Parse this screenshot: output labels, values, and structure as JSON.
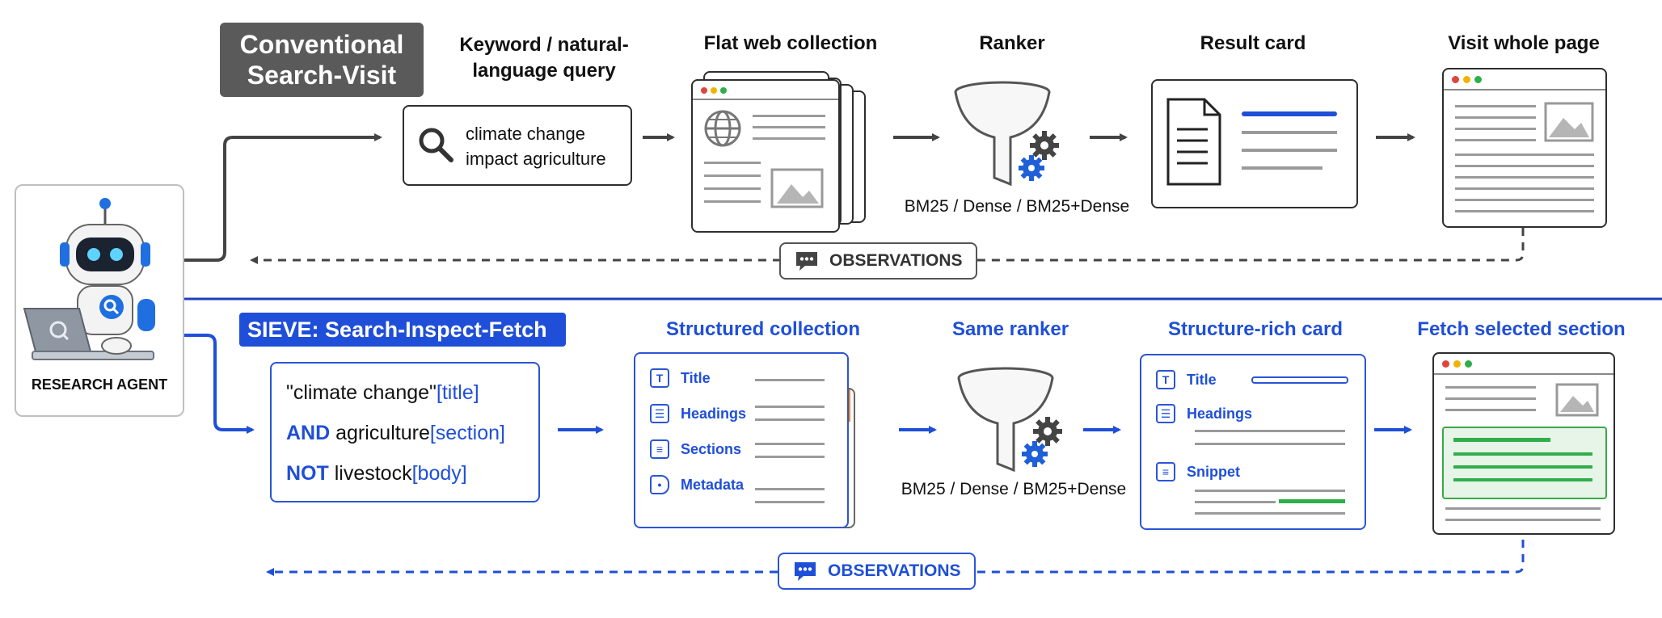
{
  "agent": {
    "label": "RESEARCH AGENT"
  },
  "top": {
    "badge_line1": "Conventional",
    "badge_line2": "Search-Visit",
    "query_title_line1": "Keyword / natural-",
    "query_title_line2": "language query",
    "query_line1": "climate change",
    "query_line2": "impact agriculture",
    "collection_title": "Flat web collection",
    "ranker_title": "Ranker",
    "ranker_caption": "BM25 / Dense / BM25+Dense",
    "card_title": "Result card",
    "visit_title": "Visit whole page",
    "observations": "OBSERVATIONS"
  },
  "bottom": {
    "badge_bold": "SIEVE:",
    "badge_rest": "Search-Inspect-Fetch",
    "query": [
      {
        "kw": "",
        "text": "\"climate change\"",
        "field": "[title]"
      },
      {
        "kw": "AND",
        "text": " agriculture",
        "field": "[section]"
      },
      {
        "kw": "NOT",
        "text": " livestock",
        "field": "[body]"
      }
    ],
    "collection_title": "Structured collection",
    "collection_rows": [
      "Title",
      "Headings",
      "Sections",
      "Metadata"
    ],
    "ranker_title": "Same ranker",
    "ranker_caption": "BM25 / Dense / BM25+Dense",
    "card_title": "Structure-rich card",
    "card_rows": [
      "Title",
      "Headings",
      "Snippet"
    ],
    "fetch_title": "Fetch selected section",
    "observations": "OBSERVATIONS"
  },
  "colors": {
    "accent_blue": "#1f4fd8",
    "dark_gray": "#444444",
    "green": "#2fae4a",
    "divider": "#1f3fbf"
  }
}
